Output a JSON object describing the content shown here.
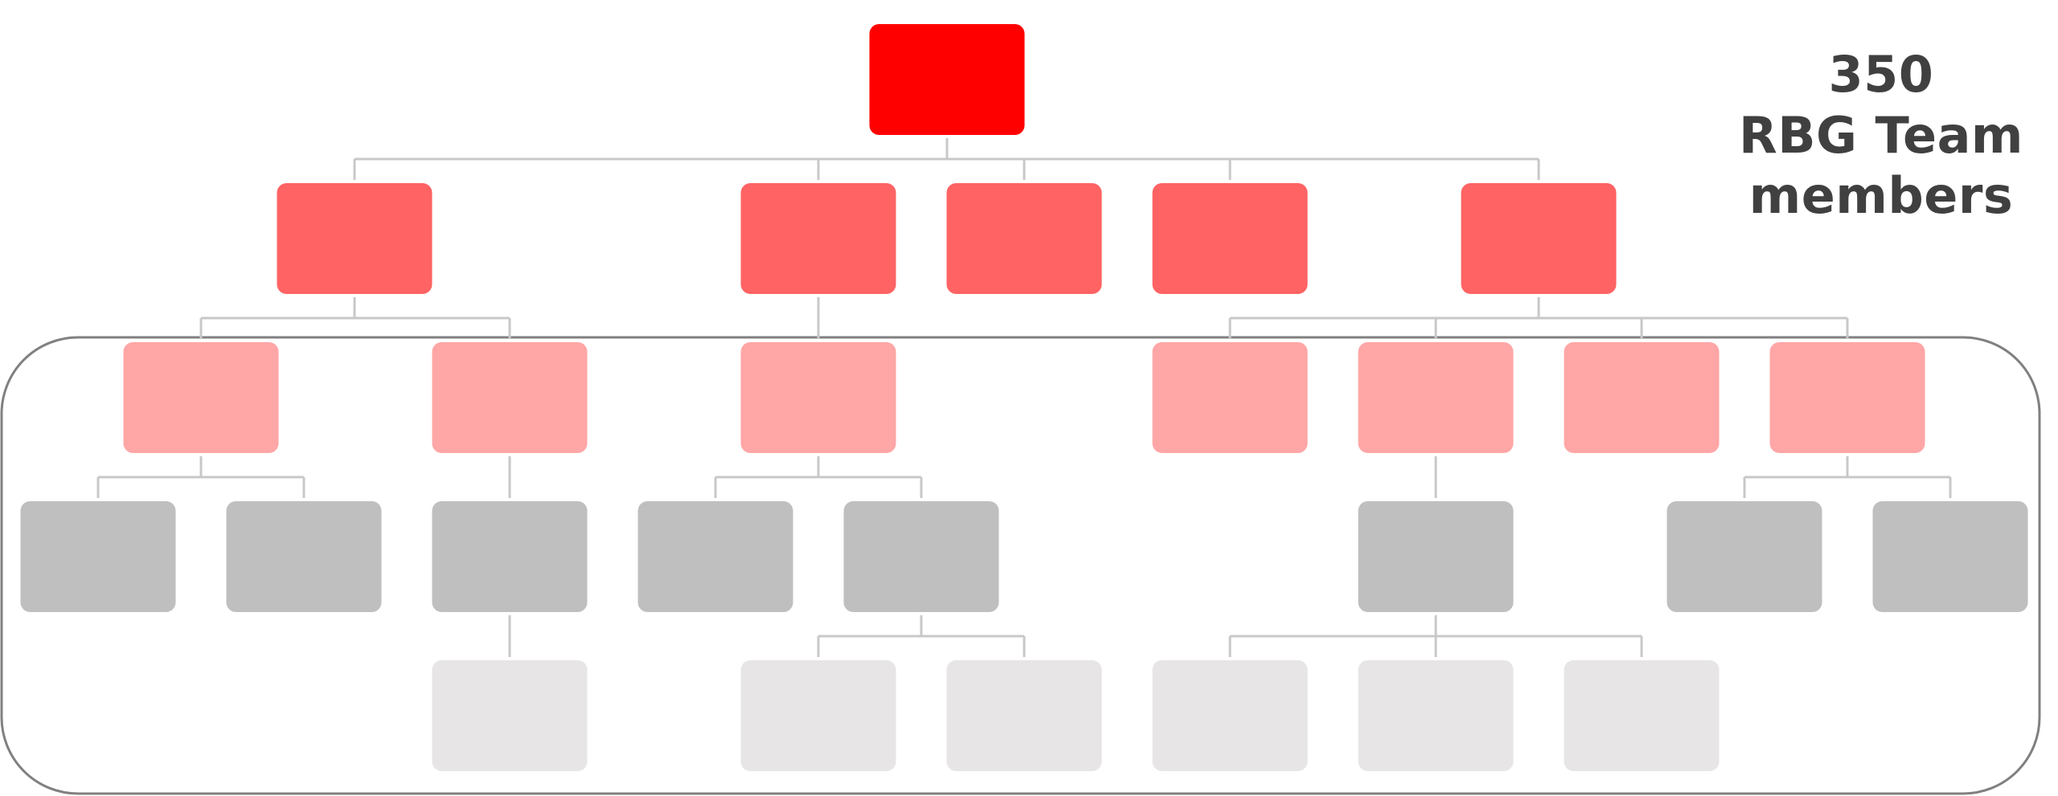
{
  "team_summary": {
    "count": "350",
    "line2": "RBG Team",
    "line3": "members"
  },
  "colors": {
    "level_0": "#ff0000",
    "level_1": "#ff6363",
    "level_2": "#ffa6a6",
    "level_3": "#bfbfbf",
    "level_4": "#e7e5e6",
    "connector": "#c8c8c8",
    "group_outline": "#808080"
  },
  "org_chart": {
    "nodes": [
      {
        "id": "n0",
        "level": 0,
        "parent": null
      },
      {
        "id": "n1",
        "level": 1,
        "parent": "n0"
      },
      {
        "id": "n2",
        "level": 1,
        "parent": "n0"
      },
      {
        "id": "n3",
        "level": 1,
        "parent": "n0"
      },
      {
        "id": "n4",
        "level": 1,
        "parent": "n0"
      },
      {
        "id": "n5",
        "level": 1,
        "parent": "n0"
      },
      {
        "id": "n6",
        "level": 2,
        "parent": "n1"
      },
      {
        "id": "n7",
        "level": 2,
        "parent": "n1"
      },
      {
        "id": "n8",
        "level": 2,
        "parent": "n2"
      },
      {
        "id": "n9",
        "level": 2,
        "parent": "n5"
      },
      {
        "id": "n10",
        "level": 2,
        "parent": "n5"
      },
      {
        "id": "n11",
        "level": 2,
        "parent": "n5"
      },
      {
        "id": "n12",
        "level": 2,
        "parent": "n5"
      },
      {
        "id": "n13",
        "level": 3,
        "parent": "n6"
      },
      {
        "id": "n14",
        "level": 3,
        "parent": "n6"
      },
      {
        "id": "n15",
        "level": 3,
        "parent": "n7"
      },
      {
        "id": "n16",
        "level": 3,
        "parent": "n8"
      },
      {
        "id": "n17",
        "level": 3,
        "parent": "n8"
      },
      {
        "id": "n18",
        "level": 3,
        "parent": "n10"
      },
      {
        "id": "n19",
        "level": 3,
        "parent": "n12"
      },
      {
        "id": "n20",
        "level": 3,
        "parent": "n12"
      },
      {
        "id": "n21",
        "level": 4,
        "parent": "n15"
      },
      {
        "id": "n22",
        "level": 4,
        "parent": "n17"
      },
      {
        "id": "n23",
        "level": 4,
        "parent": "n17"
      },
      {
        "id": "n24",
        "level": 4,
        "parent": "n18"
      },
      {
        "id": "n25",
        "level": 4,
        "parent": "n18"
      },
      {
        "id": "n26",
        "level": 4,
        "parent": "n18"
      }
    ]
  }
}
